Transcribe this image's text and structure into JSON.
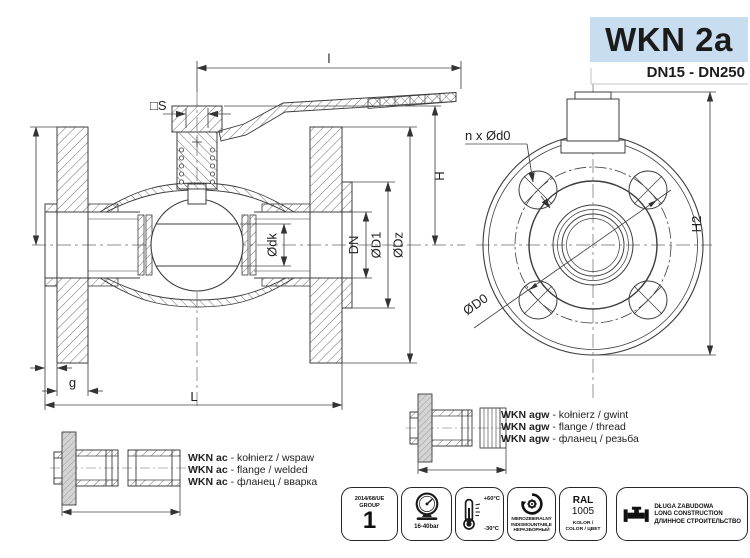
{
  "title": {
    "model": "WKN 2a",
    "range": "DN15 - DN250"
  },
  "dims_main": {
    "l": "l",
    "s": "□S",
    "H": "H",
    "dk": "Ødk",
    "dn": "DN",
    "d1": "ØD1",
    "dz": "ØDz",
    "g": "g",
    "L": "L"
  },
  "dims_front": {
    "holes": "n x Ød0",
    "d0": "ØD0",
    "h2": "H2"
  },
  "variants": {
    "ac": {
      "prefix": "WKN ac",
      "lines": [
        " - kołnierz / wspaw",
        " - flange / welded",
        " - фланец / вварка"
      ]
    },
    "agw": {
      "prefix": "WKN agw",
      "lines": [
        " - kołnierz / gwint",
        " - flange / thread",
        " - фланец / резьба"
      ]
    }
  },
  "badges": {
    "directive": {
      "line1": "2014/68/UE",
      "line2": "GROUP",
      "value": "1"
    },
    "pressure": {
      "label": "16-40bar",
      "icon": "pressure-gauge-icon"
    },
    "temperature": {
      "max": "+60°C",
      "min": "-30°C",
      "icon": "thermometer-icon"
    },
    "indismountable": {
      "lines": [
        "NIEROZBIERALNY",
        "INDISMOUNTABLE",
        "НЕРАЗБОРНЫЙ"
      ],
      "icon": "recycle-gear-icon"
    },
    "color": {
      "title": "RAL",
      "code": "1005",
      "sub1": "KOLOR /",
      "sub2": "COLOR / ЦВЕТ"
    },
    "construction": {
      "lines": [
        "DŁUGA ZABUDOWA",
        "LONG CONSTRUCTION",
        "ДЛИННОЕ СТРОИТЕЛЬСТВО"
      ],
      "icon": "valve-silhouette-icon"
    }
  },
  "colors": {
    "accent_bg": "#c9ddf0",
    "line": "#3c3c3c",
    "text": "#1c1c1c"
  }
}
